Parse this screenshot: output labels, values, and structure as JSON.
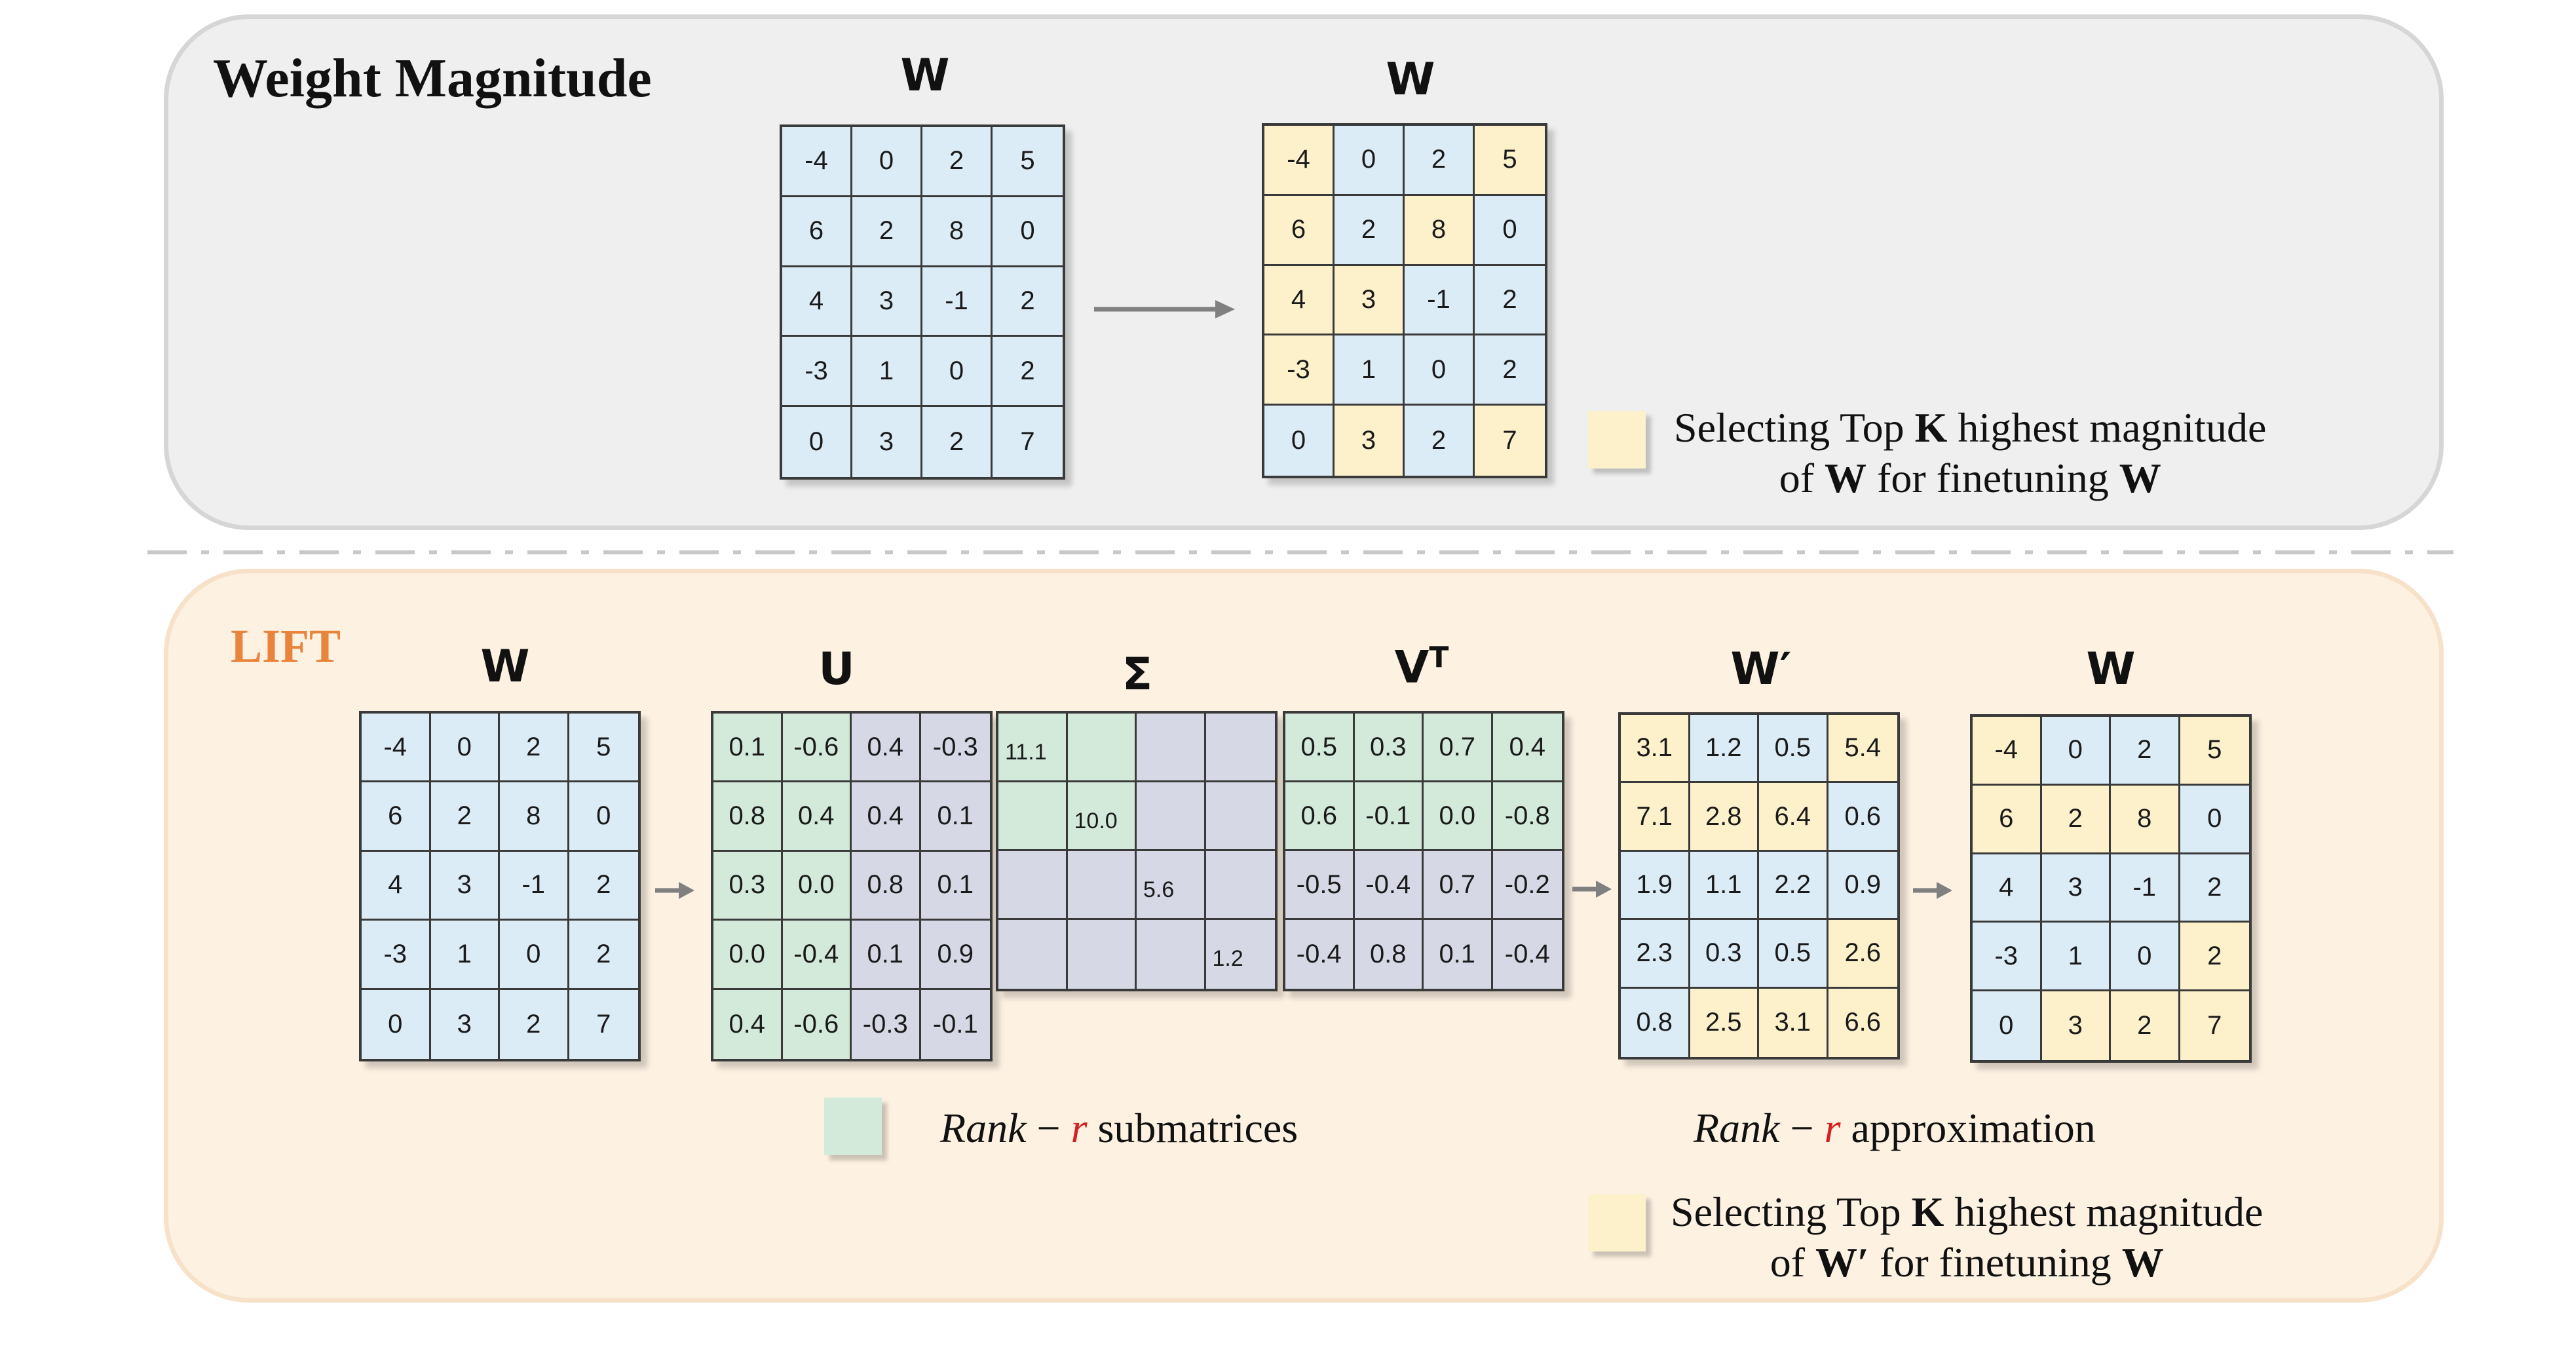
{
  "top": {
    "title": "Weight Magnitude",
    "left_label": "W",
    "right_label": "W",
    "legend": {
      "line1_pre": "Selecting Top ",
      "line1_bold": "K",
      "line1_post": " highest magnitude",
      "line2_pre": "of ",
      "line2_bold1": "W",
      "line2_mid": " for finetuning ",
      "line2_bold2": "W"
    }
  },
  "bottom": {
    "title": "LIFT",
    "labels": {
      "w": "W",
      "u": "U",
      "sigma": "Σ",
      "vt": "V",
      "vt_sup": "T",
      "wprime": "W′",
      "wout": "W"
    },
    "rank_sub": {
      "pre": "Rank",
      "dash": " − ",
      "r": "r",
      "post": " submatrices"
    },
    "rank_approx": {
      "pre": "Rank",
      "dash": " − ",
      "r": "r",
      "post": " approximation"
    },
    "legend": {
      "line1_pre": "Selecting Top ",
      "line1_bold": "K",
      "line1_post": " highest magnitude",
      "line2_pre": "of ",
      "line2_bold1": "W′",
      "line2_mid": " for finetuning ",
      "line2_bold2": "W"
    }
  },
  "colors": {
    "blue": "#dcecf7",
    "yellow": "#fdf1cc",
    "green": "#d3eadb",
    "purple": "#d6d8e6",
    "lift_orange": "#e8843c",
    "rank_red": "#d42020"
  },
  "matrices": {
    "top_w": {
      "values": [
        [
          "-4",
          "0",
          "2",
          "5"
        ],
        [
          "6",
          "2",
          "8",
          "0"
        ],
        [
          "4",
          "3",
          "-1",
          "2"
        ],
        [
          "-3",
          "1",
          "0",
          "2"
        ],
        [
          "0",
          "3",
          "2",
          "7"
        ]
      ],
      "colors": [
        [
          "b",
          "b",
          "b",
          "b"
        ],
        [
          "b",
          "b",
          "b",
          "b"
        ],
        [
          "b",
          "b",
          "b",
          "b"
        ],
        [
          "b",
          "b",
          "b",
          "b"
        ],
        [
          "b",
          "b",
          "b",
          "b"
        ]
      ]
    },
    "top_sel": {
      "values": [
        [
          "-4",
          "0",
          "2",
          "5"
        ],
        [
          "6",
          "2",
          "8",
          "0"
        ],
        [
          "4",
          "3",
          "-1",
          "2"
        ],
        [
          "-3",
          "1",
          "0",
          "2"
        ],
        [
          "0",
          "3",
          "2",
          "7"
        ]
      ],
      "colors": [
        [
          "y",
          "b",
          "b",
          "y"
        ],
        [
          "y",
          "b",
          "y",
          "b"
        ],
        [
          "y",
          "y",
          "b",
          "b"
        ],
        [
          "y",
          "b",
          "b",
          "b"
        ],
        [
          "b",
          "y",
          "b",
          "y"
        ]
      ]
    },
    "lift_w": {
      "values": [
        [
          "-4",
          "0",
          "2",
          "5"
        ],
        [
          "6",
          "2",
          "8",
          "0"
        ],
        [
          "4",
          "3",
          "-1",
          "2"
        ],
        [
          "-3",
          "1",
          "0",
          "2"
        ],
        [
          "0",
          "3",
          "2",
          "7"
        ]
      ],
      "colors": [
        [
          "b",
          "b",
          "b",
          "b"
        ],
        [
          "b",
          "b",
          "b",
          "b"
        ],
        [
          "b",
          "b",
          "b",
          "b"
        ],
        [
          "b",
          "b",
          "b",
          "b"
        ],
        [
          "b",
          "b",
          "b",
          "b"
        ]
      ]
    },
    "u": {
      "values": [
        [
          "0.1",
          "-0.6",
          "0.4",
          "-0.3"
        ],
        [
          "0.8",
          "0.4",
          "0.4",
          "0.1"
        ],
        [
          "0.3",
          "0.0",
          "0.8",
          "0.1"
        ],
        [
          "0.0",
          "-0.4",
          "0.1",
          "0.9"
        ],
        [
          "0.4",
          "-0.6",
          "-0.3",
          "-0.1"
        ]
      ],
      "colors": [
        [
          "g",
          "g",
          "p",
          "p"
        ],
        [
          "g",
          "g",
          "p",
          "p"
        ],
        [
          "g",
          "g",
          "p",
          "p"
        ],
        [
          "g",
          "g",
          "p",
          "p"
        ],
        [
          "g",
          "g",
          "p",
          "p"
        ]
      ]
    },
    "sigma": {
      "values": [
        [
          "11.1",
          "",
          "",
          ""
        ],
        [
          "",
          "10.0",
          "",
          ""
        ],
        [
          "",
          "",
          "5.6",
          ""
        ],
        [
          "",
          "",
          "",
          "1.2"
        ]
      ],
      "colors": [
        [
          "g",
          "g",
          "p",
          "p"
        ],
        [
          "g",
          "g",
          "p",
          "p"
        ],
        [
          "p",
          "p",
          "p",
          "p"
        ],
        [
          "p",
          "p",
          "p",
          "p"
        ]
      ]
    },
    "vt": {
      "values": [
        [
          "0.5",
          "0.3",
          "0.7",
          "0.4"
        ],
        [
          "0.6",
          "-0.1",
          "0.0",
          "-0.8"
        ],
        [
          "-0.5",
          "-0.4",
          "0.7",
          "-0.2"
        ],
        [
          "-0.4",
          "0.8",
          "0.1",
          "-0.4"
        ]
      ],
      "colors": [
        [
          "g",
          "g",
          "g",
          "g"
        ],
        [
          "g",
          "g",
          "g",
          "g"
        ],
        [
          "p",
          "p",
          "p",
          "p"
        ],
        [
          "p",
          "p",
          "p",
          "p"
        ]
      ]
    },
    "wprime": {
      "values": [
        [
          "3.1",
          "1.2",
          "0.5",
          "5.4"
        ],
        [
          "7.1",
          "2.8",
          "6.4",
          "0.6"
        ],
        [
          "1.9",
          "1.1",
          "2.2",
          "0.9"
        ],
        [
          "2.3",
          "0.3",
          "0.5",
          "2.6"
        ],
        [
          "0.8",
          "2.5",
          "3.1",
          "6.6"
        ]
      ],
      "colors": [
        [
          "y",
          "b",
          "b",
          "y"
        ],
        [
          "y",
          "y",
          "y",
          "b"
        ],
        [
          "b",
          "b",
          "b",
          "b"
        ],
        [
          "b",
          "b",
          "b",
          "y"
        ],
        [
          "b",
          "y",
          "y",
          "y"
        ]
      ]
    },
    "wout": {
      "values": [
        [
          "-4",
          "0",
          "2",
          "5"
        ],
        [
          "6",
          "2",
          "8",
          "0"
        ],
        [
          "4",
          "3",
          "-1",
          "2"
        ],
        [
          "-3",
          "1",
          "0",
          "2"
        ],
        [
          "0",
          "3",
          "2",
          "7"
        ]
      ],
      "colors": [
        [
          "y",
          "b",
          "b",
          "y"
        ],
        [
          "y",
          "y",
          "y",
          "b"
        ],
        [
          "b",
          "b",
          "b",
          "b"
        ],
        [
          "b",
          "b",
          "b",
          "y"
        ],
        [
          "b",
          "y",
          "y",
          "y"
        ]
      ]
    }
  }
}
